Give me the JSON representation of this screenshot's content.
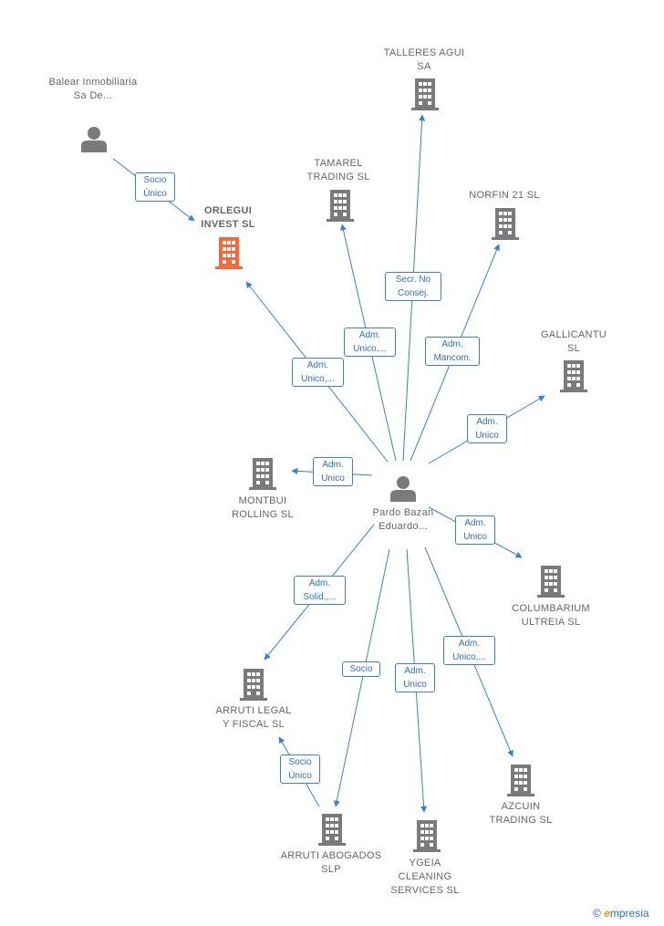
{
  "colors": {
    "edge": "#3a7fd5",
    "building": "#7a7a7a",
    "focus_building": "#f26a3a",
    "person": "#7a7a7a"
  },
  "nodes": {
    "balear": {
      "label": "Balear Inmobiliaria Sa De...",
      "icon": "person-icon"
    },
    "orlegui": {
      "label": "ORLEGUI INVEST SL",
      "icon": "building-icon"
    },
    "talleres": {
      "label": "TALLERES AGUI SA",
      "icon": "building-icon"
    },
    "tamarel": {
      "label": "TAMAREL TRADING SL",
      "icon": "building-icon"
    },
    "norfin": {
      "label": "NORFIN 21 SL",
      "icon": "building-icon"
    },
    "gallicantu": {
      "label": "GALLICANTU SL",
      "icon": "building-icon"
    },
    "montbui": {
      "label": "MONTBUI ROLLING SL",
      "icon": "building-icon"
    },
    "pardo": {
      "label": "Pardo Bazan Eduardo...",
      "icon": "person-icon"
    },
    "columbarium": {
      "label": "COLUMBARIUM ULTREIA SL",
      "icon": "building-icon"
    },
    "arruti_legal": {
      "label": "ARRUTI LEGAL Y FISCAL SL",
      "icon": "building-icon"
    },
    "azcuin": {
      "label": "AZCUIN TRADING SL",
      "icon": "building-icon"
    },
    "arruti_abogados": {
      "label": "ARRUTI ABOGADOS SLP",
      "icon": "building-icon"
    },
    "ygeia": {
      "label": "YGEIA CLEANING SERVICES SL",
      "icon": "building-icon"
    }
  },
  "edges": [
    {
      "from": "balear",
      "to": "orlegui",
      "label": "Socio Único"
    },
    {
      "from": "pardo",
      "to": "orlegui",
      "label": "Adm. Unico,..."
    },
    {
      "from": "pardo",
      "to": "tamarel",
      "label": "Adm. Unico,..."
    },
    {
      "from": "pardo",
      "to": "talleres",
      "label": "Secr. No Consej."
    },
    {
      "from": "pardo",
      "to": "norfin",
      "label": "Adm. Mancom."
    },
    {
      "from": "pardo",
      "to": "gallicantu",
      "label": "Adm. Unico"
    },
    {
      "from": "pardo",
      "to": "montbui",
      "label": "Adm. Unico"
    },
    {
      "from": "pardo",
      "to": "columbarium",
      "label": "Adm. Unico"
    },
    {
      "from": "pardo",
      "to": "arruti_legal",
      "label": "Adm. Solid.,..."
    },
    {
      "from": "pardo",
      "to": "azcuin",
      "label": "Adm. Unico,..."
    },
    {
      "from": "pardo",
      "to": "arruti_abogados",
      "label": "Socio"
    },
    {
      "from": "pardo",
      "to": "ygeia",
      "label": "Adm. Unico"
    },
    {
      "from": "arruti_abogados",
      "to": "arruti_legal",
      "label": "Socio Único"
    }
  ],
  "brand": {
    "copyright": "©",
    "name": "mpresia",
    "initial": "e"
  }
}
